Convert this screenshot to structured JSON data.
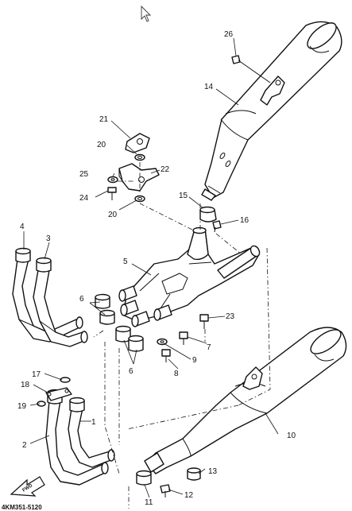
{
  "diagram_code": "4KM351-5120",
  "arrow_label": "FWD",
  "callouts": {
    "c1": "1",
    "c2": "2",
    "c4": "4",
    "c3": "3",
    "c5": "5",
    "c6a": "6",
    "c6b": "6",
    "c7": "7",
    "c8": "8",
    "c9": "9",
    "c10": "10",
    "c11": "11",
    "c12": "12",
    "c13": "13",
    "c14": "14",
    "c15": "15",
    "c16": "16",
    "c17": "17",
    "c18": "18",
    "c19": "19",
    "c20a": "20",
    "c20b": "20",
    "c21": "21",
    "c22": "22",
    "c23": "23",
    "c24": "24",
    "c25": "25",
    "c26": "26"
  }
}
